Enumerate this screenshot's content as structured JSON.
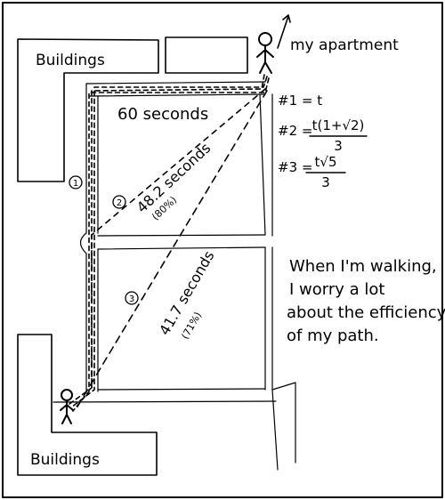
{
  "labels": {
    "buildings_top": "Buildings",
    "buildings_bottom": "Buildings",
    "my_apartment": "my apartment",
    "path1_marker": "1",
    "path2_marker": "2",
    "path3_marker": "3",
    "path1_time": "60 seconds",
    "path2_time": "48.2 seconds",
    "path2_pct": "(80%)",
    "path3_time": "41.7 seconds",
    "path3_pct": "(71%)"
  },
  "formulas": {
    "f1": "#1 = t",
    "f2_prefix": "#2 =",
    "f2_num": "t(1+√2)",
    "f2_den": "3",
    "f3_prefix": "#3 =",
    "f3_num": "t√5",
    "f3_den": "3"
  },
  "caption": {
    "line1": "When I'm walking,",
    "line2": "I worry a lot",
    "line3": "about the efficiency",
    "line4": "of my path."
  },
  "icons": {
    "figure": "stick-figure-icon"
  }
}
